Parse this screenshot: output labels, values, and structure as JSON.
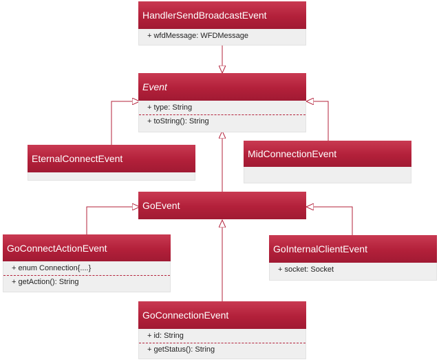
{
  "classes": {
    "handler_send_broadcast_event": {
      "name": "HandlerSendBroadcastEvent",
      "attributes": [
        "+  wfdMessage: WFDMessage"
      ],
      "operations": []
    },
    "event": {
      "name": "Event",
      "abstract": true,
      "attributes": [
        "+ type: String"
      ],
      "operations": [
        "+ toString(): String"
      ]
    },
    "eternal_connect_event": {
      "name": "EternalConnectEvent",
      "attributes": [],
      "operations": []
    },
    "mid_connection_event": {
      "name": "MidConnectionEvent",
      "attributes": [],
      "operations": []
    },
    "go_event": {
      "name": "GoEvent",
      "attributes": [],
      "operations": []
    },
    "go_connect_action_event": {
      "name": "GoConnectActionEvent",
      "attributes": [
        "+ enum Connection{....}"
      ],
      "operations": [
        "+  getAction(): String"
      ]
    },
    "go_internal_client_event": {
      "name": "GoInternalClientEvent",
      "attributes": [
        "+ socket: Socket"
      ],
      "operations": []
    },
    "go_connection_event": {
      "name": "GoConnectionEvent",
      "attributes": [
        "+ id: String"
      ],
      "operations": [
        "+ getStatus(): String"
      ]
    }
  },
  "relations": [
    {
      "type": "generalization",
      "from": "HandlerSendBroadcastEvent",
      "to": "Event"
    },
    {
      "type": "generalization",
      "from": "EternalConnectEvent",
      "to": "Event"
    },
    {
      "type": "generalization",
      "from": "MidConnectionEvent",
      "to": "Event"
    },
    {
      "type": "generalization",
      "from": "GoEvent",
      "to": "Event"
    },
    {
      "type": "generalization",
      "from": "GoConnectActionEvent",
      "to": "GoEvent"
    },
    {
      "type": "generalization",
      "from": "GoInternalClientEvent",
      "to": "GoEvent"
    },
    {
      "type": "generalization",
      "from": "GoConnectionEvent",
      "to": "GoEvent"
    }
  ],
  "colors": {
    "header": "#b3203a",
    "body": "#efefef",
    "line": "#b3203a",
    "separator": "#b3203a"
  }
}
